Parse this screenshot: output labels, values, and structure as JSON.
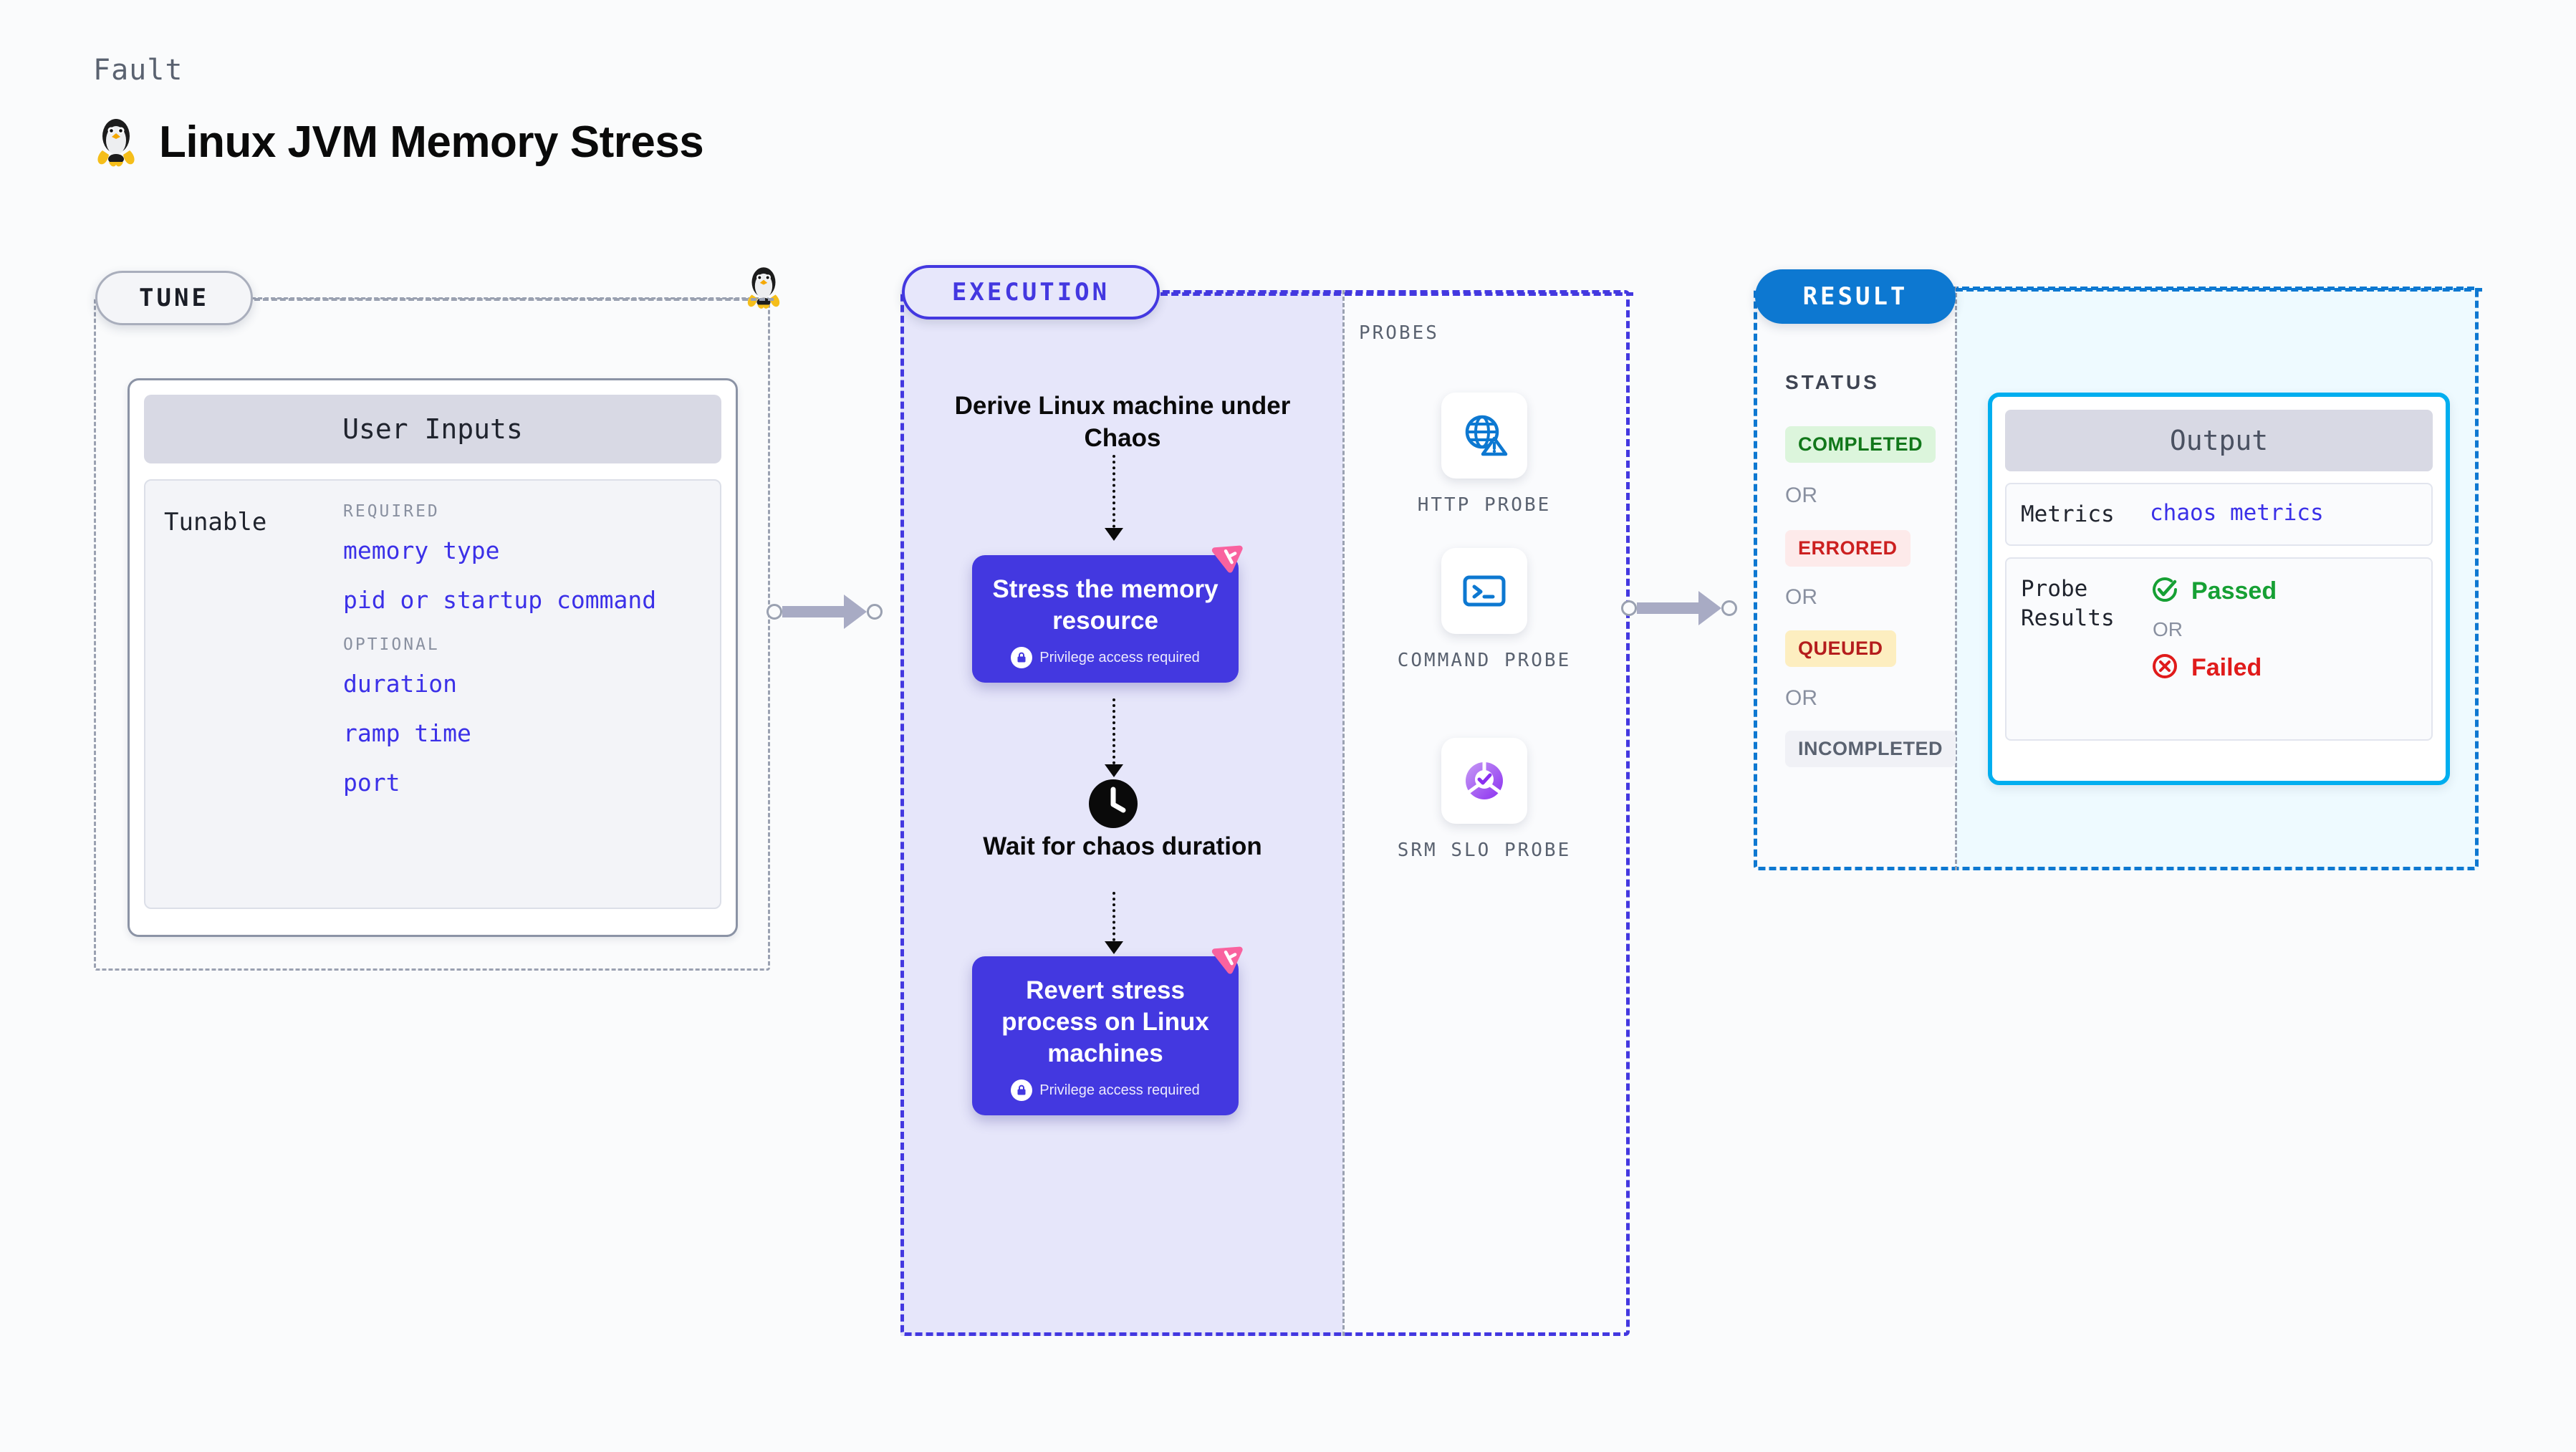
{
  "header": {
    "kicker": "Fault",
    "title": "Linux JVM Memory Stress",
    "icon": "linux-penguin-icon"
  },
  "stages": {
    "tune": {
      "label": "TUNE"
    },
    "execution": {
      "label": "EXECUTION"
    },
    "result": {
      "label": "RESULT"
    }
  },
  "tune": {
    "card_title": "User Inputs",
    "row_label": "Tunable",
    "groups": [
      {
        "heading": "REQUIRED",
        "items": [
          "memory type",
          "pid or startup command"
        ]
      },
      {
        "heading": "OPTIONAL",
        "items": [
          "duration",
          "ramp time",
          "port"
        ]
      }
    ]
  },
  "execution": {
    "steps": [
      {
        "type": "text",
        "label": "Derive Linux machine under Chaos"
      },
      {
        "type": "node",
        "label": "Stress the memory resource",
        "privilege": "Privilege access required",
        "badge": "litmus-logo-icon"
      },
      {
        "type": "text",
        "label": "Wait for chaos duration",
        "icon": "clock-icon"
      },
      {
        "type": "node",
        "label": "Revert stress process on Linux machines",
        "privilege": "Privilege access required",
        "badge": "litmus-logo-icon"
      }
    ]
  },
  "probes": {
    "title": "PROBES",
    "items": [
      {
        "label": "HTTP PROBE",
        "icon": "globe-warning-icon"
      },
      {
        "label": "COMMAND PROBE",
        "icon": "terminal-icon"
      },
      {
        "label": "SRM SLO PROBE",
        "icon": "slo-donut-check-icon"
      }
    ]
  },
  "result": {
    "status_title": "STATUS",
    "or_label": "OR",
    "statuses": [
      {
        "label": "COMPLETED",
        "bg": "#dcf5dc",
        "fg": "#11771a"
      },
      {
        "label": "ERRORED",
        "bg": "#fdeaea",
        "fg": "#cc2020"
      },
      {
        "label": "QUEUED",
        "bg": "#fdeec0",
        "fg": "#b51d1d"
      },
      {
        "label": "INCOMPLETED",
        "bg": "#f0f1f6",
        "fg": "#5a6270"
      }
    ],
    "output": {
      "title": "Output",
      "metrics_label": "Metrics",
      "metrics_value": "chaos metrics",
      "probe_results_label": "Probe Results",
      "passed_label": "Passed",
      "failed_label": "Failed",
      "or_label": "OR"
    }
  },
  "colors": {
    "execution_purple": "#4338e0",
    "execution_fill": "#e6e6fa",
    "result_blue": "#0d78d1",
    "output_cyan": "#00aeef",
    "litmus_pink": "#f9629f",
    "tunable_blue": "#3b30e8",
    "gray_dash": "#9aa1b1"
  }
}
